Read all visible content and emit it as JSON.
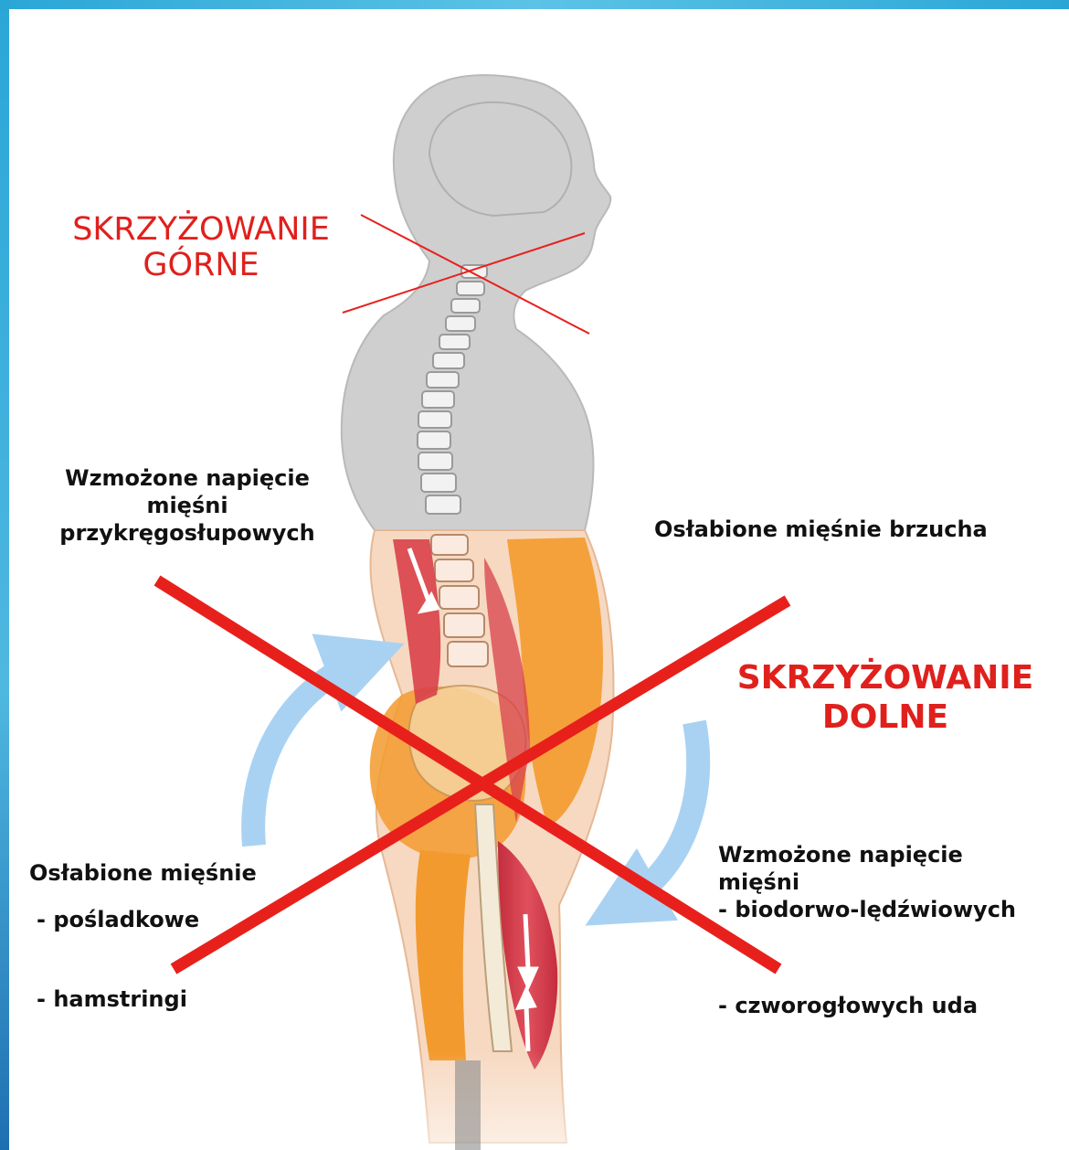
{
  "upper_cross": {
    "line1": "SKRZYŻOWANIE",
    "line2": "GÓRNE"
  },
  "lower_cross": {
    "line1": "SKRZYŻOWANIE",
    "line2": "DOLNE"
  },
  "top_left": {
    "line1": "Wzmożone napięcie",
    "line2": "mięśni",
    "line3": "przykręgosłupowych"
  },
  "top_right": {
    "line1": "Osłabione mięśnie brzucha"
  },
  "bottom_left": {
    "heading": "Osłabione mięśnie",
    "item1": "- pośladkowe",
    "item2": "- hamstringi"
  },
  "bottom_right": {
    "line1": "Wzmożone napięcie",
    "line2": "mięśni",
    "item1": "- biodorwo-lędźwiowych",
    "item2": "- czworogłowych uda"
  },
  "colors": {
    "frame": "#2aa6d6",
    "cross_lines": "#e8201c",
    "label_red": "#e0201c",
    "body_grey": "#c9c9c9",
    "muscle_orange": "#f39a2e",
    "muscle_red": "#d8404a",
    "rotation_arrow": "#a9d2f2"
  },
  "icons": [
    "rotation-arrow-icon",
    "rotation-arrow-icon"
  ]
}
